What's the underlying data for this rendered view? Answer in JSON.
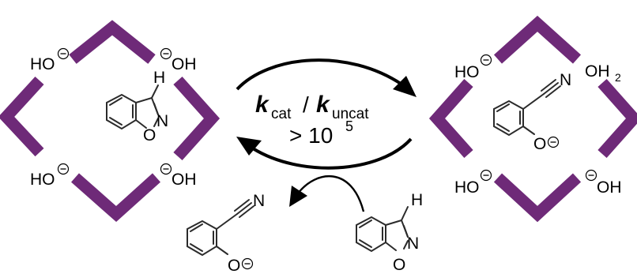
{
  "left_complex": {
    "labels": {
      "top_left": "HO",
      "top_right": "OH",
      "bottom_left": "HO",
      "bottom_right": "OH"
    },
    "substrate": {
      "h": "H",
      "n": "N",
      "o": "O"
    }
  },
  "right_complex": {
    "labels": {
      "top_left": "HO",
      "top_right_main": "OH",
      "top_right_sub": "2",
      "bottom_left": "HO",
      "bottom_right": "OH"
    },
    "bound_product": {
      "n": "N",
      "o": "O"
    }
  },
  "rate_text": {
    "k1": "k",
    "k1_sub": "cat",
    "slash": "/",
    "k2": "k",
    "k2_sub": "uncat",
    "gt": "> 10",
    "exp": "5"
  },
  "released_product": {
    "n": "N",
    "o": "O"
  },
  "incoming_substrate": {
    "h": "H",
    "n": "N",
    "o": "O"
  },
  "colors": {
    "cage": "#6e2a78",
    "ink": "#000000",
    "bond": "#2b2b2b"
  },
  "icons": [
    "negative-charge-icon",
    "cycle-arrow-icon"
  ]
}
